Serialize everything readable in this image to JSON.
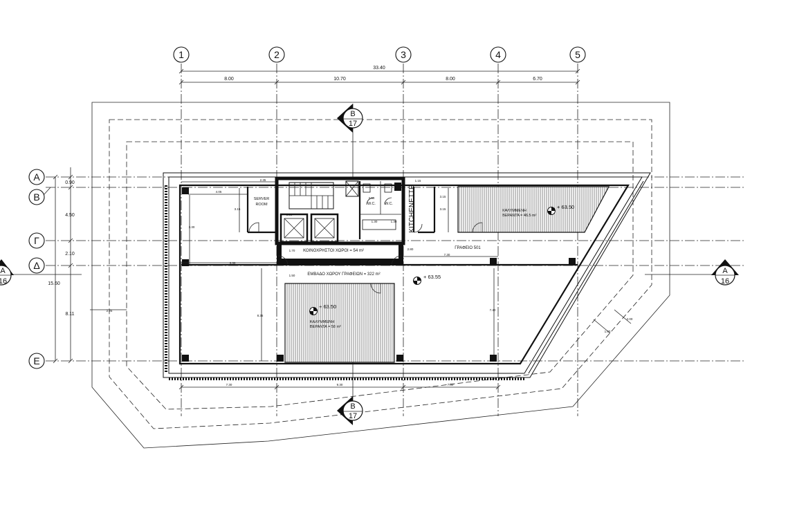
{
  "grid_columns": [
    "1",
    "2",
    "3",
    "4",
    "5"
  ],
  "grid_rows": [
    "Α",
    "Β",
    "Γ",
    "Δ",
    "Ε"
  ],
  "dimensions": {
    "overall": "33.40",
    "spans": [
      "8.00",
      "10.70",
      "8.00",
      "6.70"
    ],
    "left_overall": "15.60",
    "left_spans": [
      "0.90",
      "4.50",
      "2.10",
      "8.11"
    ],
    "bottom_spans": [
      "7.30",
      "9.30",
      "7.30"
    ],
    "misc": [
      "2.35",
      "4.05",
      "3.15",
      "3.30",
      "3.30",
      "2.25",
      "3.15",
      "3.15",
      "1.70",
      "2.80",
      "7.30",
      "8.35",
      "7.40",
      "1.50",
      "2.00",
      "1.00",
      "2.50",
      "1.30",
      "1.30",
      "0.90",
      "1.15"
    ]
  },
  "sections": {
    "top": {
      "letter": "Β",
      "sheet": "17"
    },
    "bottom": {
      "letter": "Β",
      "sheet": "17"
    },
    "left": {
      "letter": "Α",
      "sheet": "16"
    },
    "right": {
      "letter": "Α",
      "sheet": "16"
    }
  },
  "rooms": {
    "server_room": [
      "SERVER",
      "ROOM"
    ],
    "kitchenette": "KITCHENETTE",
    "wc": [
      "W.C.",
      "W.C."
    ],
    "common_areas": "ΚΟΙΝΟΧΡΗΣΤΟΙ ΧΩΡΟΙ = 54 m²",
    "office": "ΓΡΑΦΕΙΟ 501",
    "office_area": "ΕΜΒΑΔΟ ΧΩΡΟΥ ΓΡΑΦΕΙΩΝ = 322 m²",
    "veranda_top": [
      "ΚΑΛΥΜΜΕΝΗ",
      "ΒΕΡΑΝΤΑ = 46.5 m²"
    ],
    "veranda_bottom": [
      "ΚΑΛΥΜΜΕΝΗ",
      "ΒΕΡΑΝΤΑ = 58 m²"
    ]
  },
  "levels": {
    "veranda_top": "+ 63.50",
    "veranda_bottom": "+ 63.50",
    "office": "+ 63.55"
  }
}
